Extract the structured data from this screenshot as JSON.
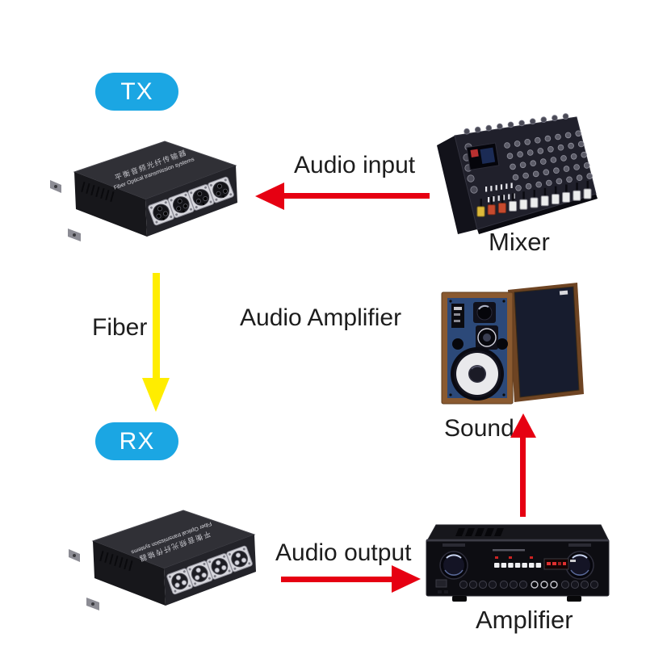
{
  "colors": {
    "badge_blue": "#1ba6e3",
    "arrow_red": "#e60012",
    "fiber_yellow": "#ffed00",
    "label_text": "#1d1d1d"
  },
  "badges": {
    "tx": "TX",
    "rx": "RX"
  },
  "labels": {
    "audio_input": "Audio input",
    "fiber": "Fiber",
    "title": "Audio Amplifier",
    "sound": "Sound",
    "audio_output": "Audio output"
  },
  "captions": {
    "mixer": "Mixer",
    "amplifier": "Amplifier"
  },
  "converter_panel": {
    "line1": "平衡音频光纤传输器",
    "line2": "Fiber Optical transmission systems"
  }
}
